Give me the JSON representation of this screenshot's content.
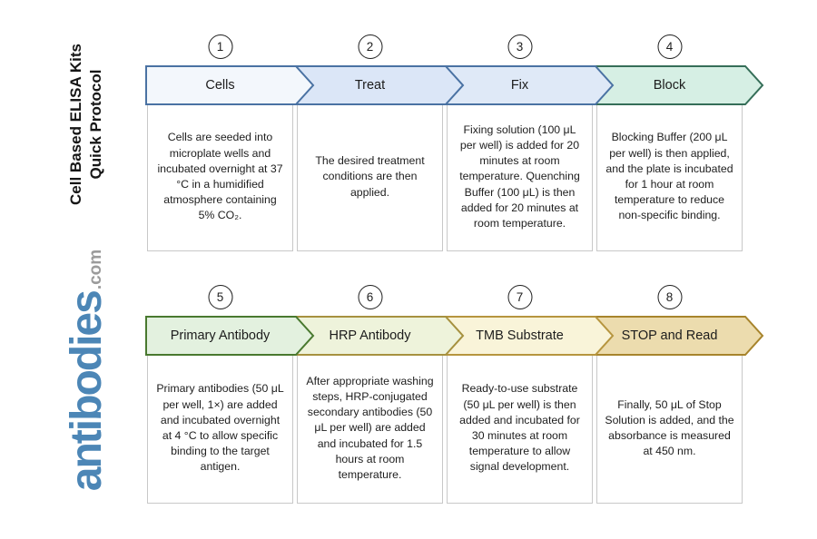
{
  "page": {
    "background": "#ffffff"
  },
  "sidebar": {
    "title_line1": "Cell Based ELISA Kits",
    "title_line2": "Quick Protocol",
    "logo_text": "antibodies",
    "logo_suffix": ".com",
    "logo_color": "#4c86b6",
    "logo_suffix_color": "#9b9b9b"
  },
  "box_border_color": "#c8c8c8",
  "steps": [
    {
      "number": "1",
      "label": "Cells",
      "fill": "#f3f7fc",
      "border": "#4a72a3",
      "description": "Cells are seeded into microplate wells and incubated overnight at 37 °C in a humidified atmosphere containing 5% CO₂."
    },
    {
      "number": "2",
      "label": "Treat",
      "fill": "#dbe6f7",
      "border": "#4a72a3",
      "description": "The desired treatment conditions are then applied."
    },
    {
      "number": "3",
      "label": "Fix",
      "fill": "#dfe9f7",
      "border": "#4a72a3",
      "description": "Fixing solution (100 μL per well) is added for 20 minutes at room temperature. Quenching Buffer (100 μL) is then added for 20 minutes at room temperature."
    },
    {
      "number": "4",
      "label": "Block",
      "fill": "#d6efe4",
      "border": "#356e58",
      "description": "Blocking Buffer (200 μL per well) is then applied, and the plate is incubated for 1 hour at room temperature to reduce non-specific binding."
    },
    {
      "number": "5",
      "label": "Primary Antibody",
      "fill": "#e3f1df",
      "border": "#49792f",
      "description": "Primary antibodies (50 μL per well, 1×) are added and incubated overnight at 4 °C to allow specific binding to the target antigen."
    },
    {
      "number": "6",
      "label": "HRP Antibody",
      "fill": "#eef3db",
      "border": "#a6913f",
      "description": "After appropriate washing steps, HRP-conjugated secondary antibodies (50 μL per well) are added and incubated for 1.5 hours at room temperature."
    },
    {
      "number": "7",
      "label": "TMB Substrate",
      "fill": "#f9f4d9",
      "border": "#b6953e",
      "description": "Ready-to-use substrate (50 μL per well) is then added and incubated for 30 minutes at room temperature to allow signal development."
    },
    {
      "number": "8",
      "label": "STOP and Read",
      "fill": "#ecdcae",
      "border": "#a7842c",
      "description": "Finally, 50 μL of Stop Solution is added, and the absorbance is measured at 450 nm."
    }
  ]
}
